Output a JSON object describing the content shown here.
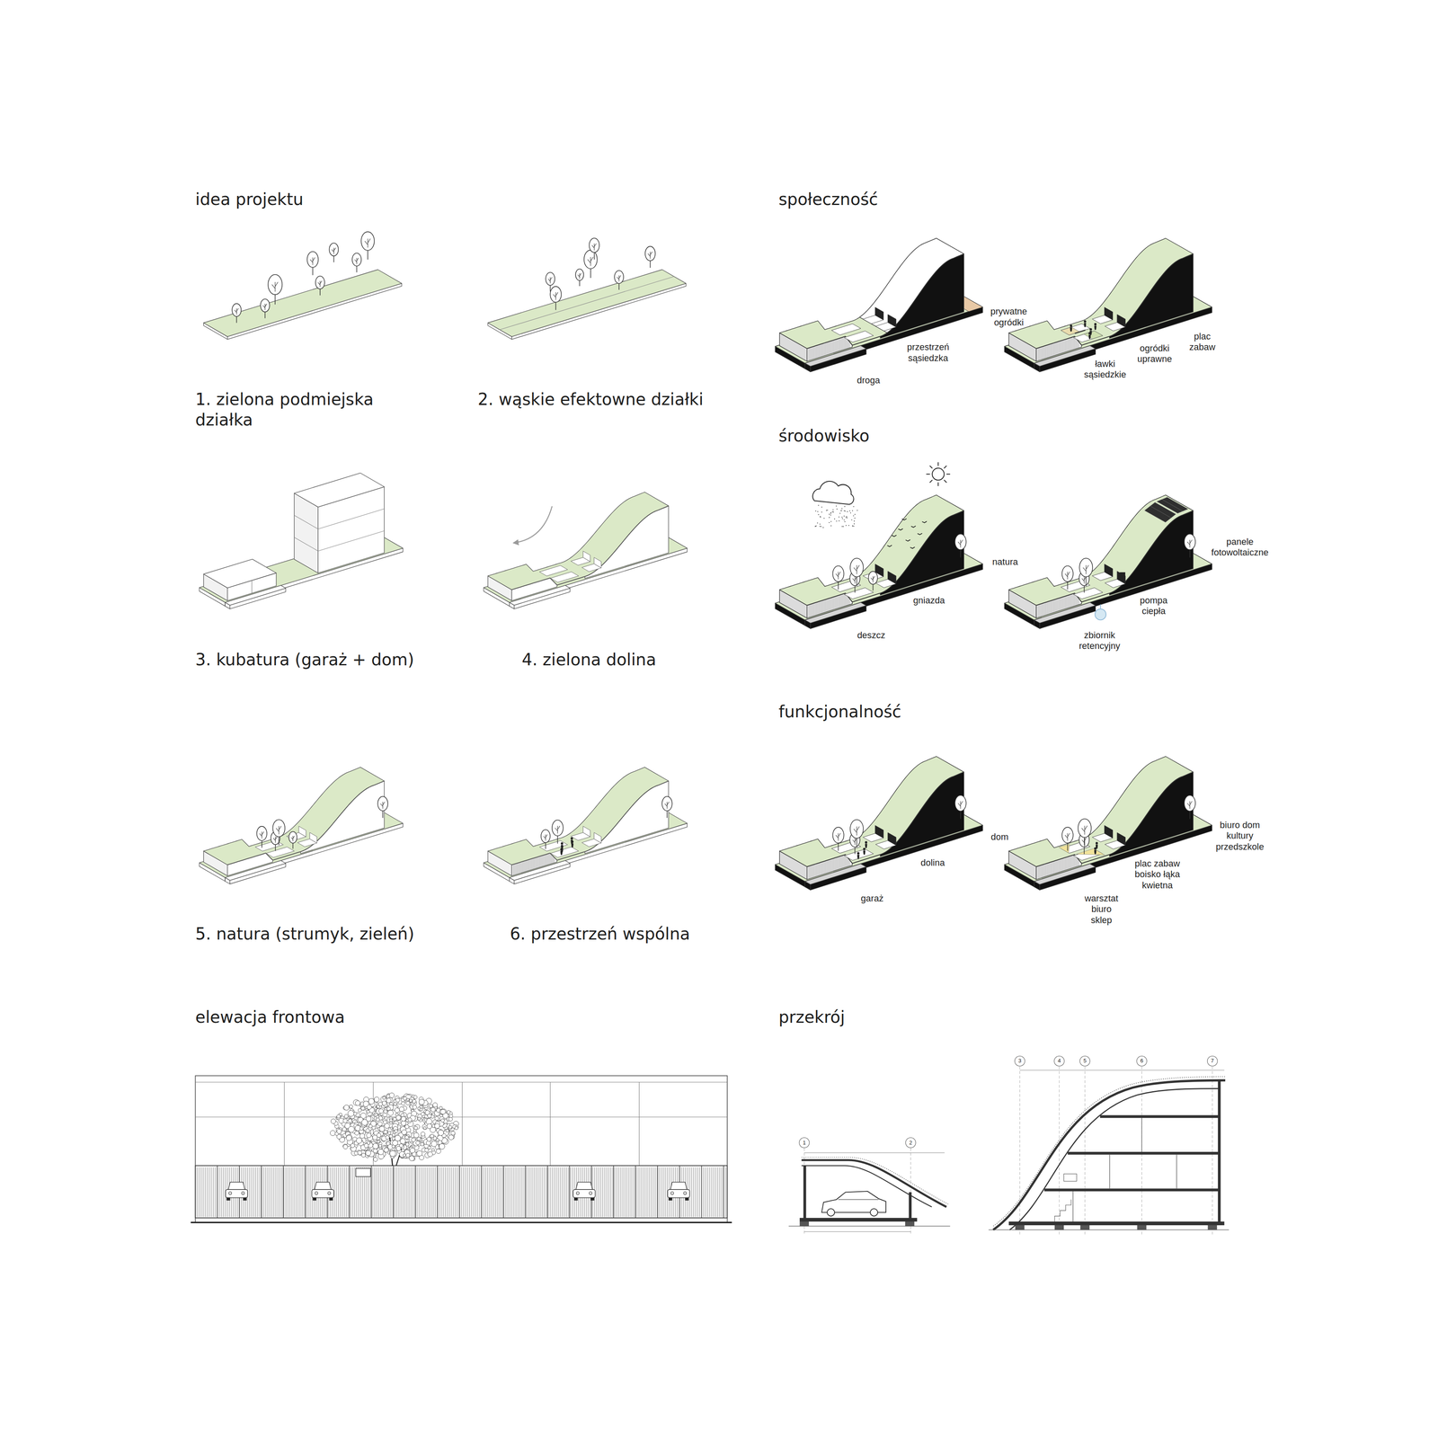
{
  "diagram": {
    "labels": [
      "idea projektu",
      "społeczność",
      "1. zielona podmiejska działka",
      "2. wąskie efektowne działki",
      "prywatne ogródki",
      "przestrzeń sąsiedzka",
      "droga",
      "plac zabaw",
      "ogródki uprawne",
      "ławki sąsiedzkie",
      "środowisko",
      "natura",
      "gniazda",
      "deszcz",
      "panele fotowoltaiczne",
      "pompa ciepła",
      "zbiornik retencyjny",
      "3. kubatura (garaż + dom)",
      "4. zielona dolina",
      "funkcjonalność",
      "dom",
      "dolina",
      "garaż",
      "biuro dom kultury przedszkole",
      "plac zabaw boisko łąka kwietna",
      "warsztat biuro sklep",
      "5. natura (strumyk, zieleń)",
      "6. przestrzeń wspólna",
      "elewacja frontowa",
      "przekrój",
      "1",
      "2",
      "3",
      "4",
      "5",
      "6",
      "7"
    ]
  }
}
